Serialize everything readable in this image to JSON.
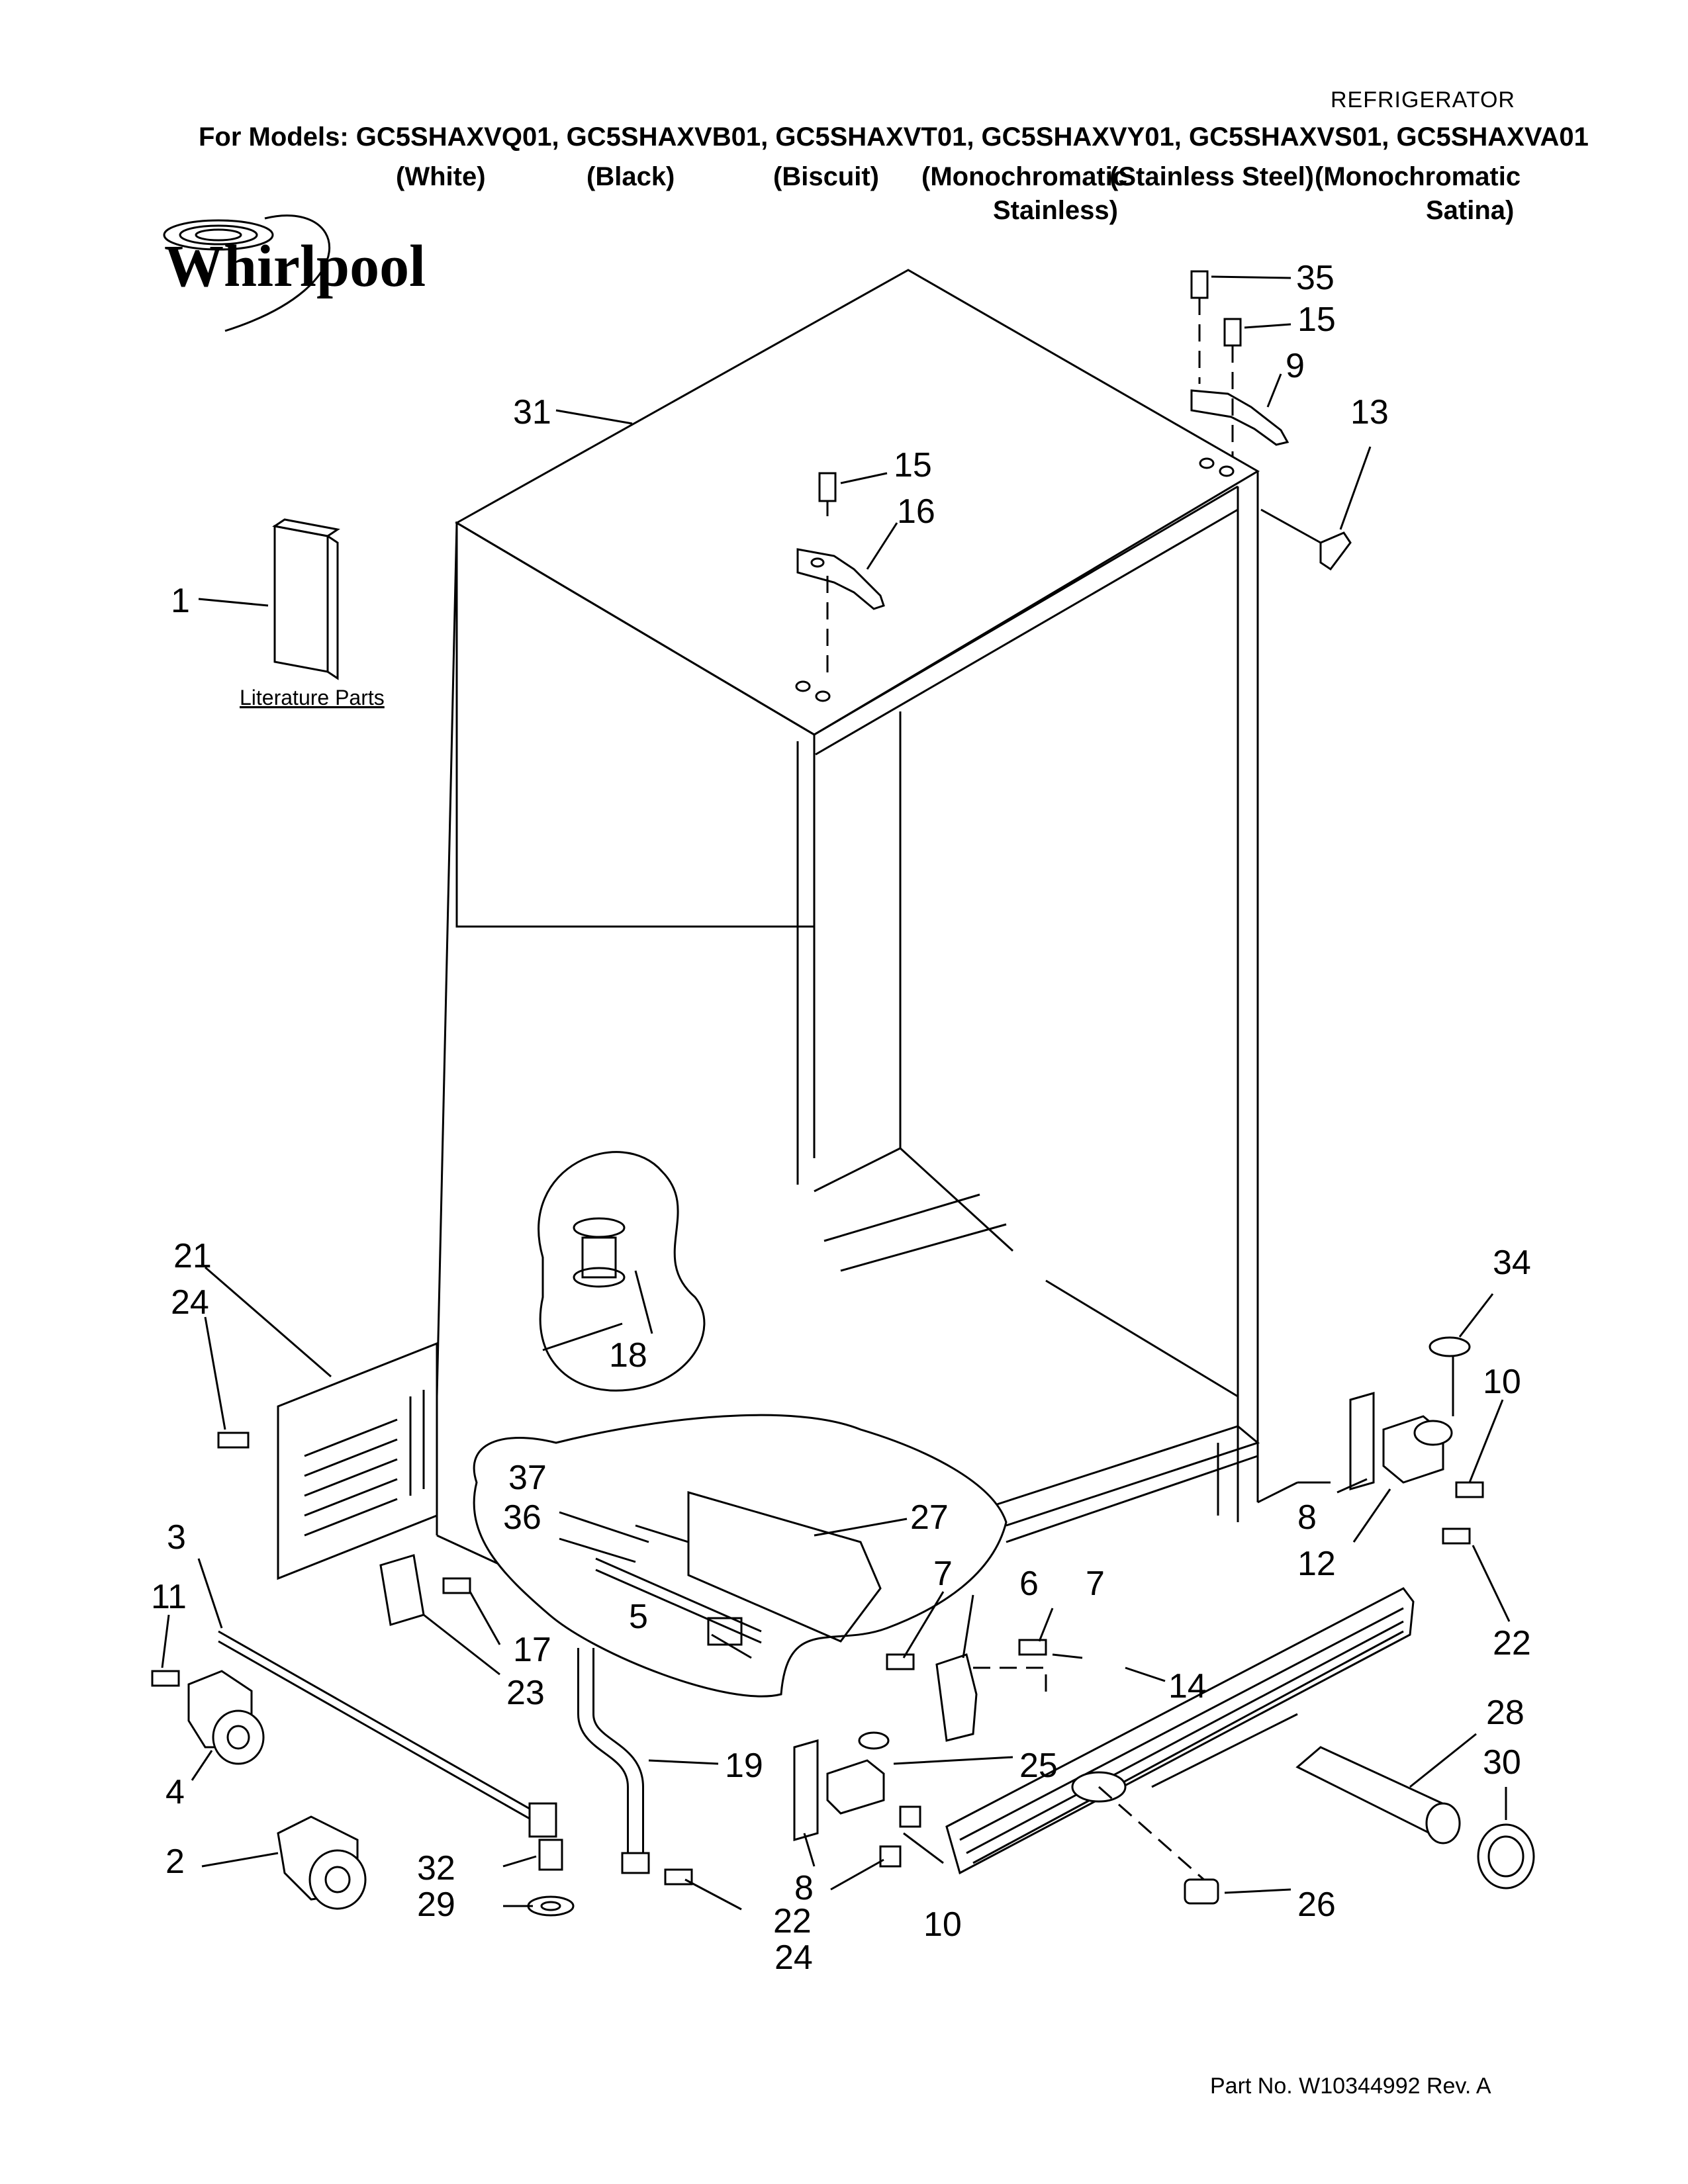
{
  "header": {
    "category": "REFRIGERATOR",
    "models_line": "For Models: GC5SHAXVQ01, GC5SHAXVB01, GC5SHAXVT01, GC5SHAXVY01, GC5SHAXVS01, GC5SHAXVA01",
    "variants": {
      "white": "(White)",
      "black": "(Black)",
      "biscuit": "(Biscuit)",
      "mono_stainless_1": "(Monochromatic",
      "mono_stainless_2": "Stainless)",
      "stainless_steel": "(Stainless Steel)",
      "mono_satina_1": "(Monochromatic",
      "mono_satina_2": "Satina)"
    }
  },
  "logo": {
    "text": "Whirlpool",
    "icon": "whirlpool-swirl-logo"
  },
  "literature_label": "Literature Parts",
  "callouts": {
    "c1": "1",
    "c2": "2",
    "c3": "3",
    "c4": "4",
    "c5": "5",
    "c6": "6",
    "c7a": "7",
    "c7b": "7",
    "c8a": "8",
    "c8b": "8",
    "c9": "9",
    "c10a": "10",
    "c10b": "10",
    "c11": "11",
    "c12": "12",
    "c13": "13",
    "c14": "14",
    "c15a": "15",
    "c15b": "15",
    "c16": "16",
    "c17": "17",
    "c18": "18",
    "c19": "19",
    "c21": "21",
    "c22a": "22",
    "c22b": "22",
    "c23": "23",
    "c24a": "24",
    "c24b": "24",
    "c25": "25",
    "c26": "26",
    "c27": "27",
    "c28": "28",
    "c29": "29",
    "c30": "30",
    "c31": "31",
    "c32": "32",
    "c34": "34",
    "c35": "35",
    "c36": "36",
    "c37": "37"
  },
  "footer": {
    "part_no": "Part No. W10344992 Rev. A"
  }
}
